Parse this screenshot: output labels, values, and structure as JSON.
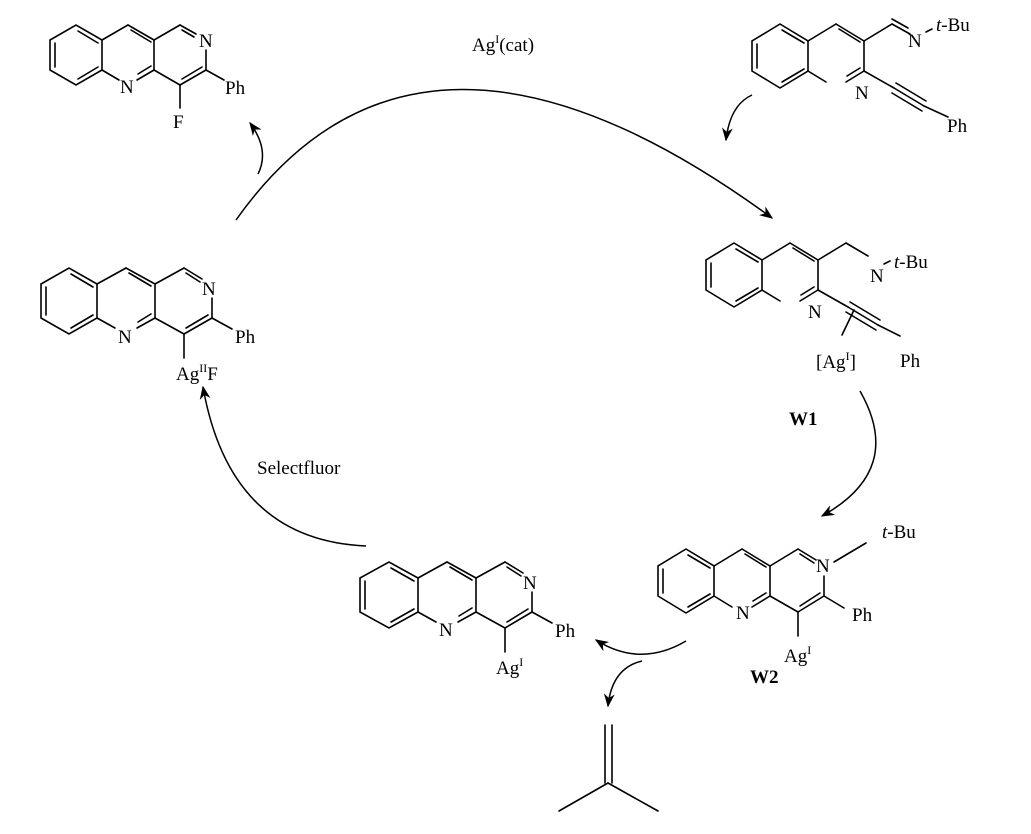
{
  "diagram": {
    "type": "catalytic-cycle",
    "catalyst_label": {
      "main": "Ag",
      "sup": "I",
      "suffix": "(cat)"
    },
    "reagent_label": "Selectfluor",
    "atoms": {
      "nitrogen": "N",
      "phenyl": "Ph",
      "fluorine": "F",
      "tbu_prefix": "t",
      "tbu_suffix": "-Bu",
      "silver": "Ag",
      "ox1": "I",
      "ox2": "II"
    },
    "structures": [
      {
        "id": "starting-imine",
        "description": "2-(phenylethynyl)quinoline-3-carbaldehyde N-tert-butyl imine"
      },
      {
        "id": "W1",
        "label": "W1",
        "description": "Ag(I)-activated alkyne complex"
      },
      {
        "id": "W2",
        "label": "W2",
        "description": "N-tert-butyl benzo[b][1,6]naphthyridinium silver intermediate"
      },
      {
        "id": "silver-naphthyridine",
        "description": "4-Ag(I)-3-phenylbenzo[b][1,6]naphthyridine"
      },
      {
        "id": "silver-fluoride",
        "description": "4-Ag(II)F-3-phenylbenzo[b][1,6]naphthyridine"
      },
      {
        "id": "fluoro-product",
        "description": "4-fluoro-3-phenylbenzo[b][1,6]naphthyridine"
      },
      {
        "id": "isobutene",
        "description": "isobutylene byproduct"
      }
    ],
    "compound_labels": {
      "W1": "W1",
      "W2": "W2"
    },
    "silver_bracket_open": "[",
    "silver_bracket_close": "]"
  }
}
